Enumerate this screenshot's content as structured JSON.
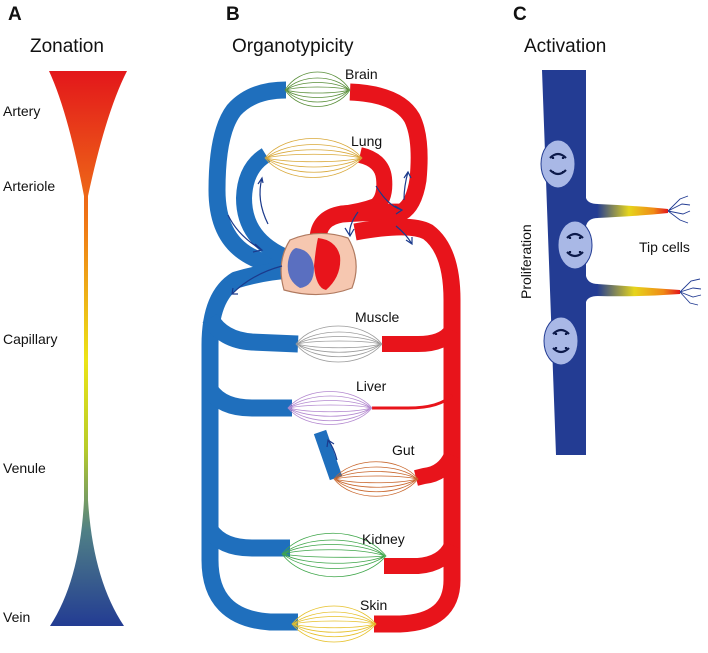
{
  "panels": {
    "a": {
      "letter": "A",
      "title": "Zonation"
    },
    "b": {
      "letter": "B",
      "title": "Organotypicity"
    },
    "c": {
      "letter": "C",
      "title": "Activation"
    }
  },
  "zonation": {
    "labels": [
      "Artery",
      "Arteriole",
      "Capillary",
      "Venule",
      "Vein"
    ]
  },
  "organs": {
    "brain": "Brain",
    "lung": "Lung",
    "muscle": "Muscle",
    "liver": "Liver",
    "gut": "Gut",
    "kidney": "Kidney",
    "skin": "Skin"
  },
  "activation": {
    "proliferation": "Proliferation",
    "tip_cells": "Tip cells"
  },
  "colors": {
    "artery": "#e8141b",
    "vein": "#1f6fbd",
    "vessel_dark": "#1f3f8f",
    "heart": "#f6c7b0",
    "brain": "#5a8f3a",
    "lung": "#d9a93b",
    "muscle": "#9a9a9a",
    "liver": "#b48ad0",
    "gut": "#c8662c",
    "kidney": "#3fa64a",
    "skin": "#e6c02a"
  }
}
